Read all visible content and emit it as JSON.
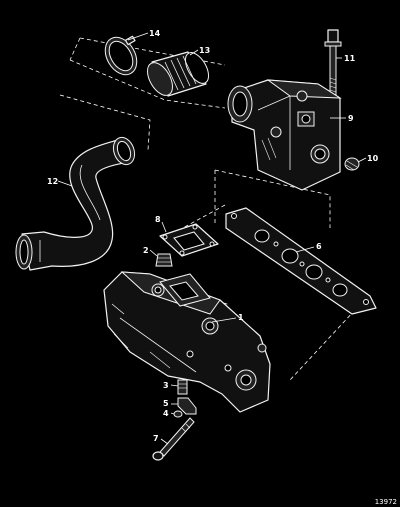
{
  "figure_id": "13972",
  "callouts": [
    {
      "id": "1",
      "text": "1"
    },
    {
      "id": "2",
      "text": "2"
    },
    {
      "id": "3",
      "text": "3"
    },
    {
      "id": "4",
      "text": "4"
    },
    {
      "id": "5",
      "text": "5"
    },
    {
      "id": "6",
      "text": "6"
    },
    {
      "id": "7",
      "text": "7"
    },
    {
      "id": "8",
      "text": "8"
    },
    {
      "id": "9",
      "text": "9"
    },
    {
      "id": "10",
      "text": "10"
    },
    {
      "id": "11",
      "text": "11"
    },
    {
      "id": "12",
      "text": "12"
    },
    {
      "id": "13",
      "text": "13"
    },
    {
      "id": "14",
      "text": "14"
    }
  ],
  "colors": {
    "background": "#000000",
    "line": "#f2f2f2"
  }
}
